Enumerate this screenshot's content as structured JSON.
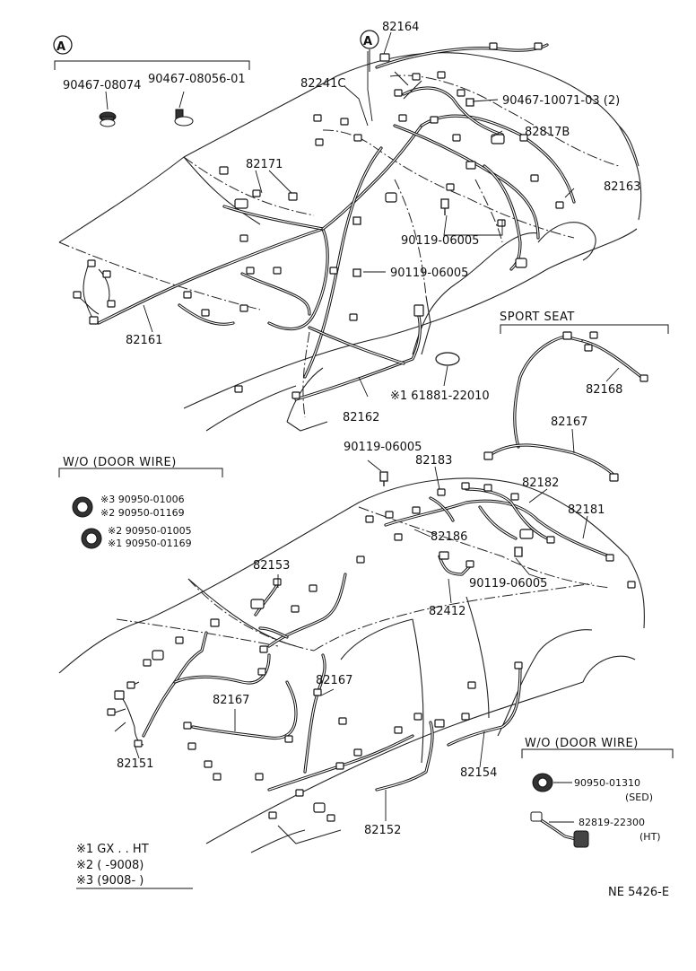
{
  "callout_a": "A",
  "clips_a": [
    "90467-08074",
    "90467-08056-01"
  ],
  "upper_labels": {
    "p82164": "82164",
    "p82241c": "82241C",
    "p90467_10071": "90467-10071-03 (2)",
    "p82817b": "82817B",
    "p82171": "82171",
    "p82163": "82163",
    "p90119_a": "90119-06005",
    "p90119_b": "90119-06005",
    "p82161": "82161",
    "p82162": "82162",
    "p61881": "※1 61881-22010"
  },
  "sport_seat": {
    "title": "SPORT SEAT",
    "p82168": "82168",
    "p82167": "82167"
  },
  "wo_door_left": {
    "title": "W/O (DOOR WIRE)",
    "rows": [
      "※3 90950-01006",
      "※2 90950-01169",
      "※2 90950-01005",
      "※1 90950-01169"
    ]
  },
  "lower_labels": {
    "p90119_c": "90119-06005",
    "p82183": "82183",
    "p82182": "82182",
    "p82181": "82181",
    "p82186": "82186",
    "p90119_d": "90119-06005",
    "p82153": "82153",
    "p82412": "82412",
    "p82167a": "82167",
    "p82167b": "82167",
    "p82151": "82151",
    "p82154": "82154",
    "p82152": "82152"
  },
  "wo_door_right": {
    "title": "W/O (DOOR WIRE)",
    "p90950_01310": "90950-01310",
    "sed": "(SED)",
    "p82819": "82819-22300",
    "ht": "(HT)"
  },
  "footnotes": [
    "※1 GX . . HT",
    "※2 (        -9008)",
    "※3 (9008-          )"
  ],
  "code": "NE 5426-E"
}
